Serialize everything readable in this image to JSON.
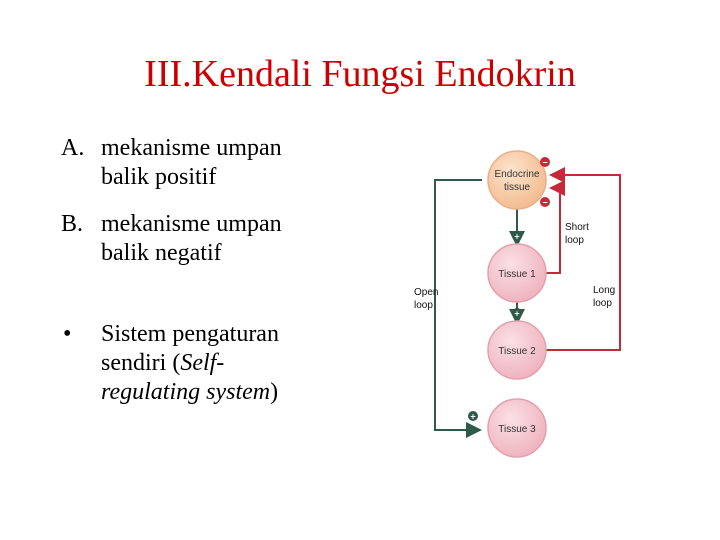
{
  "slide": {
    "title": "III.Kendali Fungsi Endokrin"
  },
  "list": {
    "a_marker": "A.",
    "a_line1": "mekanisme umpan",
    "a_line2": "balik positif",
    "b_marker": "B.",
    "b_line1": "mekanisme umpan",
    "b_line2": "balik negatif",
    "c_marker": "•",
    "c_line1": "Sistem pengaturan",
    "c_line2_plain": "sendiri (",
    "c_line2_italic": "Self-",
    "c_line3_italic": "regulating system",
    "c_line3_close": ")"
  },
  "diagram": {
    "node_endocrine_1": "Endocrine",
    "node_endocrine_2": "tissue",
    "node_tissue1": "Tissue 1",
    "node_tissue2": "Tissue 2",
    "node_tissue3": "Tissue 3",
    "label_short_1": "Short",
    "label_short_2": "loop",
    "label_long_1": "Long",
    "label_long_2": "loop",
    "label_open_1": "Open",
    "label_open_2": "loop",
    "sign_plus": "+",
    "sign_minus": "−",
    "colors": {
      "endocrine_fill": "#f6c9a3",
      "tissue_fill": "#f4c6cf",
      "node_stroke": "#e6a0ac",
      "feedback_red": "#c8283a",
      "stimulatory_green": "#2f5a4a"
    }
  }
}
